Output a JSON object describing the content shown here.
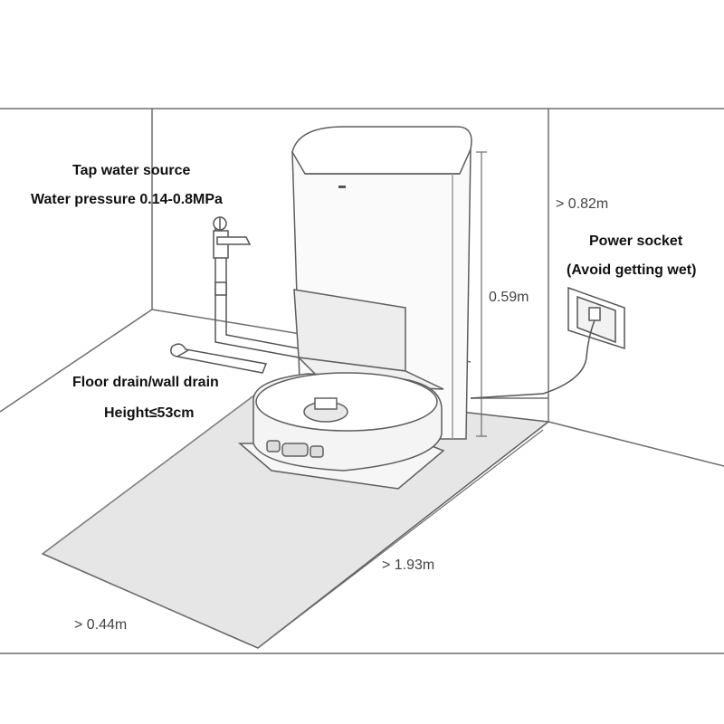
{
  "labels": {
    "tap_water_source": "Tap water source",
    "water_pressure": "Water pressure 0.14-0.8MPa",
    "floor_drain": "Floor drain/wall drain",
    "height_limit": "Height≤53cm",
    "power_socket": "Power socket",
    "avoid_wet": "(Avoid getting wet)",
    "side_clearance": "> 0.82m",
    "station_height": "0.59m",
    "front_clearance": "> 1.93m",
    "width_clearance": "> 0.44m"
  },
  "colors": {
    "line": "#6e6e6e",
    "floor_mat": "#e6e6e6",
    "station_body": "#fafafa",
    "robot_body": "#f4f4f4"
  }
}
